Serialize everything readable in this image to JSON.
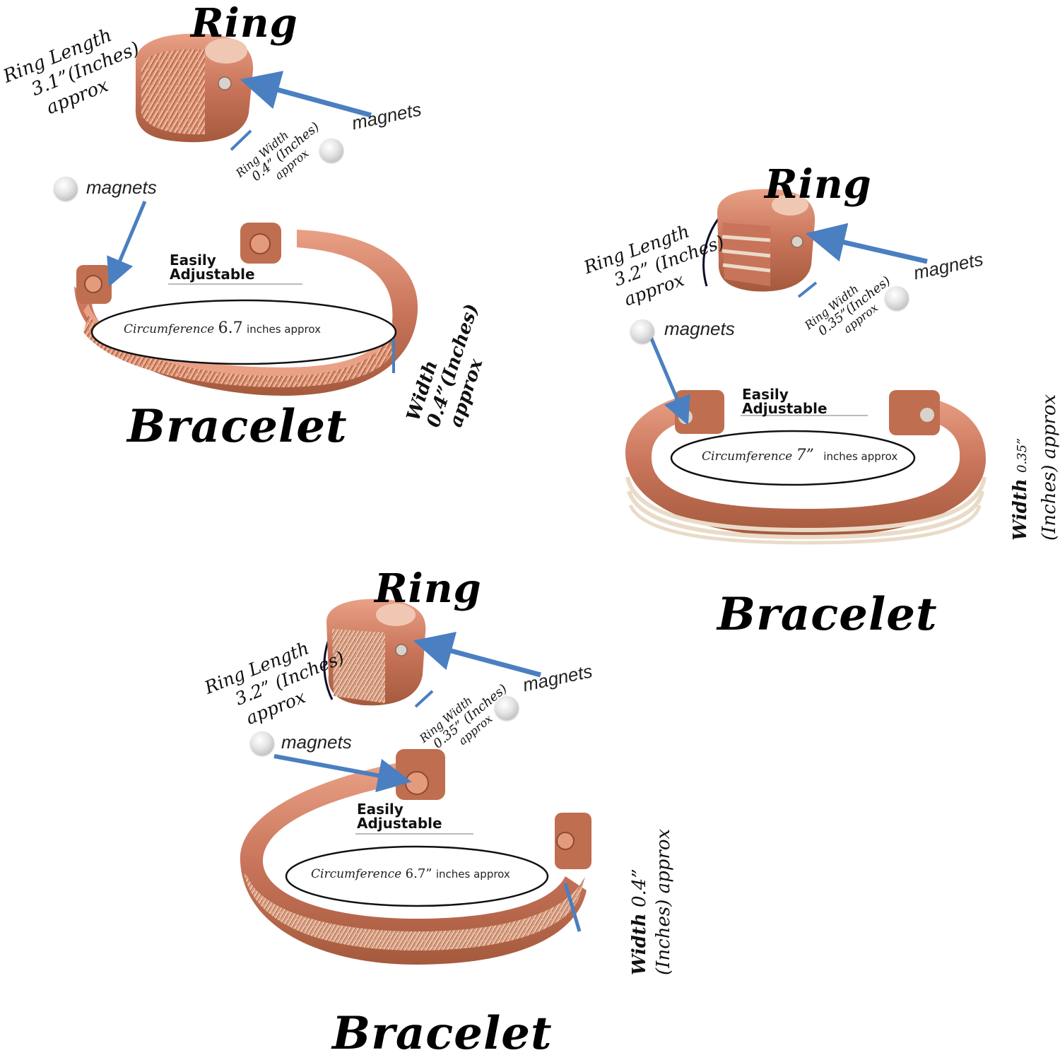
{
  "colors": {
    "copper": "#c8745a",
    "copper_dark": "#9b4f33",
    "silver": "#e8dccf",
    "arrow": "#4a7fc1",
    "ink": "#0d0d2b"
  },
  "products": [
    {
      "ring_title": "Ring",
      "ring_length": [
        "Ring Length",
        "3.1”(Inches)",
        "approx"
      ],
      "ring_width": [
        "Ring Width",
        "0.4” (Inches)",
        "approx"
      ],
      "magnets_a": "magnets",
      "magnets_b": "magnets",
      "easily": "Easily",
      "adjustable": "Adjustable",
      "circ_word": "Circumference",
      "circ_value": "6.7",
      "circ_unit": "inches approx",
      "width": [
        "Width",
        "0.4”(Inches)",
        "approx"
      ],
      "bracelet_title": "Bracelet"
    },
    {
      "ring_title": "Ring",
      "ring_length": [
        "Ring Length",
        "3.2” (Inches)",
        "approx"
      ],
      "ring_width": [
        "Ring Width",
        "0.35”(Inches)",
        "approx"
      ],
      "magnets_a": "magnets",
      "magnets_b": "magnets",
      "easily": "Easily",
      "adjustable": "Adjustable",
      "circ_word": "Circumference",
      "circ_value": "7”",
      "circ_unit": "inches approx",
      "width": [
        "Width",
        "0.35”",
        "(Inches) approx"
      ],
      "bracelet_title": "Bracelet"
    },
    {
      "ring_title": "Ring",
      "ring_length": [
        "Ring Length",
        "3.2” (Inches)",
        "approx"
      ],
      "ring_width": [
        "Ring Width",
        "0.35” (Inches)",
        "approx"
      ],
      "magnets_a": "magnets",
      "magnets_b": "magnets",
      "easily": "Easily",
      "adjustable": "Adjustable",
      "circ_word": "Circumference",
      "circ_value": "6.7”",
      "circ_unit": "inches approx",
      "width": [
        "Width",
        "0.4”",
        "(Inches) approx"
      ],
      "bracelet_title": "Bracelet"
    }
  ]
}
